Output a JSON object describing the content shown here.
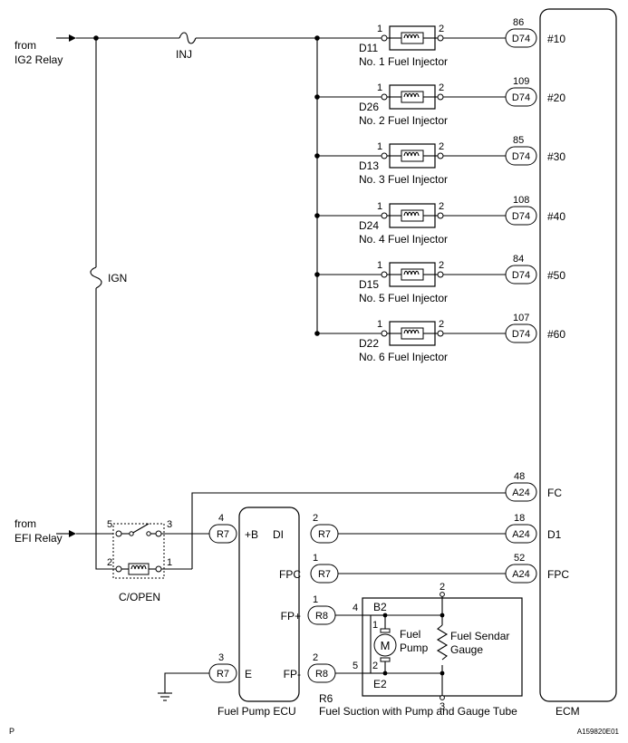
{
  "sources": {
    "ig2": [
      "from",
      "IG2 Relay"
    ],
    "efi": [
      "from",
      "EFI Relay"
    ]
  },
  "fuses": {
    "inj": "INJ",
    "ign": "IGN"
  },
  "injectors": [
    {
      "code": "D11",
      "name": "No. 1 Fuel Injector",
      "ecm_pin": "86",
      "ecm_terminal": "#10",
      "left_pin": "1",
      "right_pin": "2"
    },
    {
      "code": "D26",
      "name": "No. 2 Fuel Injector",
      "ecm_pin": "109",
      "ecm_terminal": "#20",
      "left_pin": "1",
      "right_pin": "2"
    },
    {
      "code": "D13",
      "name": "No. 3 Fuel Injector",
      "ecm_pin": "85",
      "ecm_terminal": "#30",
      "left_pin": "1",
      "right_pin": "2"
    },
    {
      "code": "D24",
      "name": "No. 4 Fuel Injector",
      "ecm_pin": "108",
      "ecm_terminal": "#40",
      "left_pin": "1",
      "right_pin": "2"
    },
    {
      "code": "D15",
      "name": "No. 5 Fuel Injector",
      "ecm_pin": "84",
      "ecm_terminal": "#50",
      "left_pin": "1",
      "right_pin": "2"
    },
    {
      "code": "D22",
      "name": "No. 6 Fuel Injector",
      "ecm_pin": "107",
      "ecm_terminal": "#60",
      "left_pin": "1",
      "right_pin": "2"
    }
  ],
  "injector_connector": "D74",
  "ecm": {
    "label": "ECM",
    "fc": {
      "connector": "A24",
      "pin": "48",
      "terminal": "FC"
    },
    "d1": {
      "connector": "A24",
      "pin": "18",
      "terminal": "D1"
    },
    "fpc": {
      "connector": "A24",
      "pin": "52",
      "terminal": "FPC"
    }
  },
  "copen": {
    "label": "C/OPEN",
    "pins": {
      "p5": "5",
      "p3": "3",
      "p2": "2",
      "p1": "1"
    }
  },
  "fuel_pump_ecu": {
    "label": "Fuel Pump ECU",
    "terminals": {
      "b": "+B",
      "di": "DI",
      "fpc": "FPC",
      "fpp": "FP+",
      "fpm": "FP-",
      "e": "E"
    },
    "connectors": {
      "b": {
        "code": "R7",
        "pin": "4"
      },
      "di": {
        "code": "R7",
        "pin": "2"
      },
      "fpc": {
        "code": "R7",
        "pin": "1"
      },
      "fpp": {
        "code": "R8",
        "pin": "1"
      },
      "fpm": {
        "code": "R8",
        "pin": "2"
      },
      "e": {
        "code": "R7",
        "pin": "3"
      }
    }
  },
  "fuel_suction": {
    "code": "R6",
    "label": "Fuel Suction with Pump and Gauge Tube",
    "motor": "M",
    "pump_label": [
      "Fuel",
      "Pump"
    ],
    "gauge_label": [
      "Fuel Sendar",
      "Gauge"
    ],
    "b2": "B2",
    "e2": "E2",
    "pins": {
      "p4": "4",
      "p5": "5",
      "m1": "1",
      "m2": "2",
      "g2": "2",
      "g3": "3"
    }
  },
  "corner": {
    "left": "P",
    "right": "A159820E01"
  }
}
